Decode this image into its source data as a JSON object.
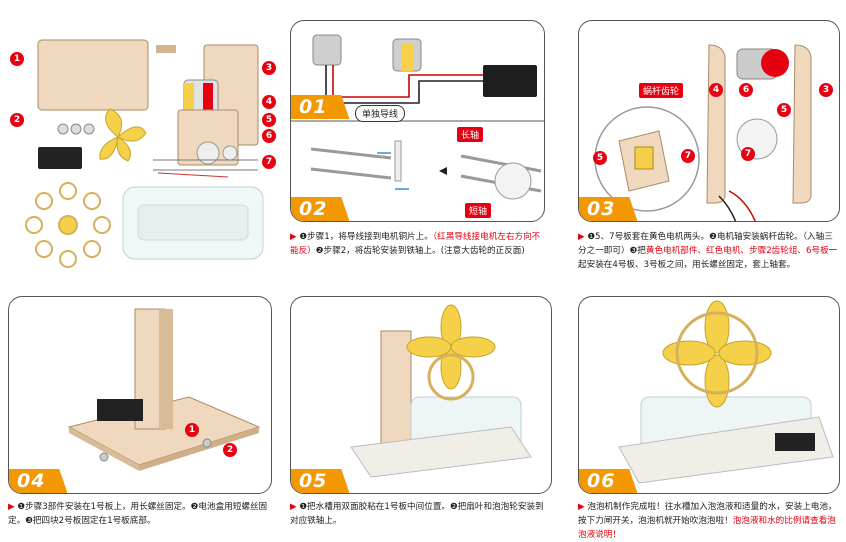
{
  "steps": [
    {
      "badge": "01"
    },
    {
      "badge": "02"
    },
    {
      "badge": "03"
    },
    {
      "badge": "04"
    },
    {
      "badge": "05"
    },
    {
      "badge": "06"
    }
  ],
  "parts": {
    "n1": "1",
    "n2": "2",
    "n3": "3",
    "n4": "4",
    "n5": "5",
    "n6": "6",
    "n7": "7"
  },
  "panel1": {
    "wire_label": "单独导线"
  },
  "panel2": {
    "long_axis": "长轴",
    "short_axis": "短轴"
  },
  "panel3": {
    "worm_gear": "蜗杆齿轮",
    "n4": "4",
    "n6": "6",
    "n3": "3",
    "n5a": "5",
    "n5b": "5",
    "n7a": "7",
    "n7b": "7"
  },
  "panel4": {
    "n1": "1",
    "n2": "2"
  },
  "captions": {
    "c12": {
      "a": "❶步骤1，将导线接到电机铜片上。",
      "b": "（红黑导线接电机左右方向不能反）",
      "c": "❷步骤2，将齿轮安装到铁轴上。(注意大齿轮的正反面)"
    },
    "c3": {
      "a": "❶5、7号板套在黄色电机两头。❷电机轴安装蜗杆齿轮。（入轴三分之一即可）❸把",
      "b": "黄色电机部件、红色电机、步骤2齿轮组、6号板",
      "c": "一起安装在4号板、3号板之间，用长螺丝固定，套上轴套。"
    },
    "c4": {
      "a": "❶步骤3部件安装在1号板上，用长螺丝固定。❷电池盒用短螺丝固定。❸把四块2号板固定在1号板底部。"
    },
    "c5": {
      "a": "❶把水槽用双面胶粘在1号板中间位置。❷把扇叶和泡泡轮安装到对应铁轴上。"
    },
    "c6": {
      "a": "泡泡机制作完成啦！往水槽加入泡泡液和适量的水，安装上电池，按下力闸开关，泡泡机就开始吹泡泡啦！",
      "b": "泡泡液和水的比例请查看泡泡液说明！"
    }
  },
  "colors": {
    "accent": "#f39800",
    "red": "#e60012",
    "wood": "#e8c9a8",
    "fan": "#f5d14a"
  }
}
